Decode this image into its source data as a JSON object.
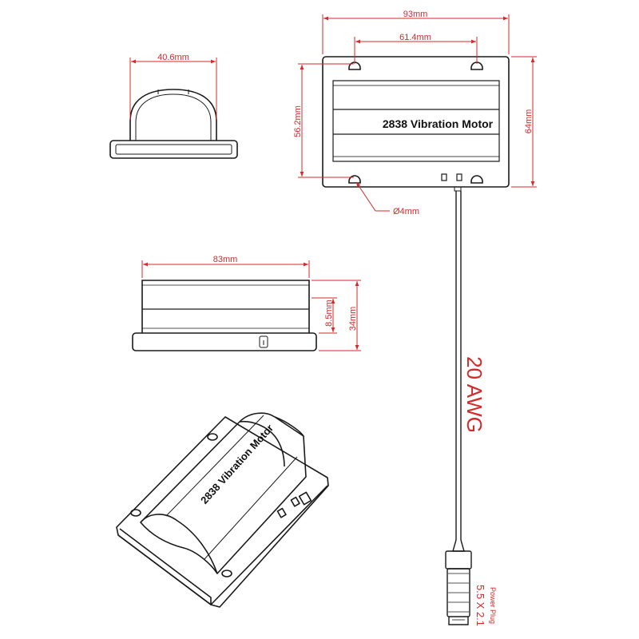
{
  "colors": {
    "dimension": "#d42a2a",
    "outline": "#1a1a1a",
    "background": "#ffffff"
  },
  "top_view": {
    "width_label": "93mm",
    "hole_spacing_label": "61.4mm",
    "height_label": "64mm",
    "inner_height_label": "56.2mm",
    "hole_label": "Ø4mm",
    "title": "2838 Vibration Motor"
  },
  "end_view": {
    "width_label": "40.6mm"
  },
  "side_view": {
    "width_label": "83mm",
    "base_label": "8.5mm",
    "height_label": "34mm"
  },
  "iso_view": {
    "title": "2838 Vibration Motor"
  },
  "cable": {
    "gauge_label": "20 AWG",
    "plug_label": "Power Plug",
    "plug_size": "5.5 X 2.1"
  }
}
